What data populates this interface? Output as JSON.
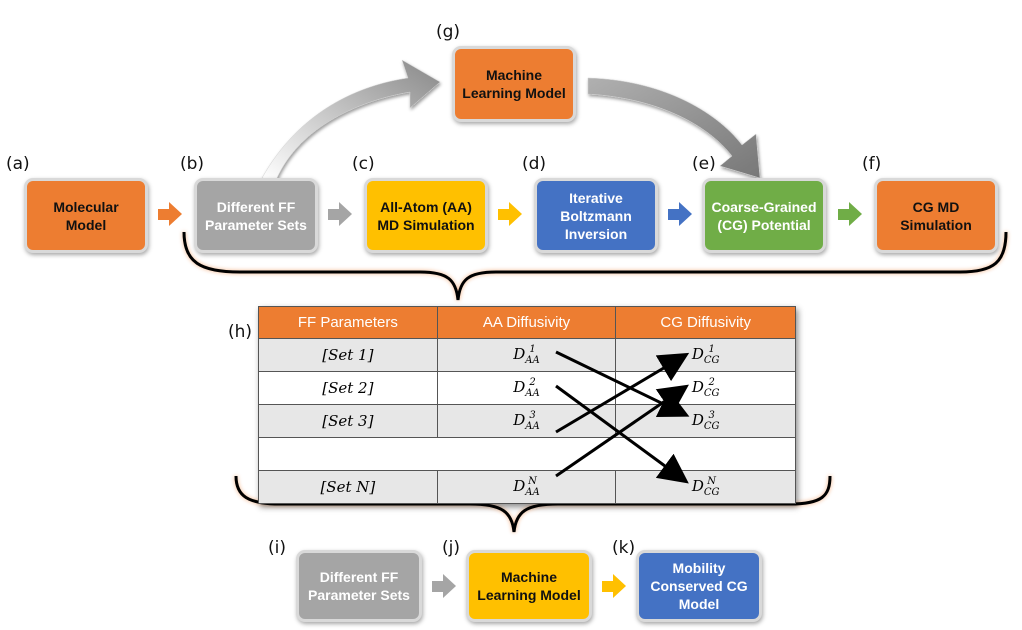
{
  "labels": {
    "a": "(a)",
    "b": "(b)",
    "c": "(c)",
    "d": "(d)",
    "e": "(e)",
    "f": "(f)",
    "g": "(g)",
    "h": "(h)",
    "i": "(i)",
    "j": "(j)",
    "k": "(k)"
  },
  "boxes": {
    "molecular_model": "Molecular\nModel",
    "different_ff_top": "Different FF\nParameter Sets",
    "aa_md": "All-Atom (AA)\nMD Simulation",
    "ibi": "Iterative\nBoltzmann\nInversion",
    "cg_potential": "Coarse-Grained\n(CG) Potential",
    "cg_md": "CG MD\nSimulation",
    "ml_top": "Machine\nLearning Model",
    "different_ff_bottom": "Different FF\nParameter Sets",
    "ml_bottom": "Machine\nLearning Model",
    "mobility": "Mobility\nConserved CG\nModel"
  },
  "colors": {
    "orange": "#ed7d31",
    "gray": "#a5a5a5",
    "yellow": "#ffc000",
    "blue": "#4472c4",
    "green": "#70ad47"
  },
  "table": {
    "headers": [
      "FF Parameters",
      "AA Diffusivity",
      "CG Diffusivity"
    ],
    "rows": [
      {
        "set": "[Set 1]",
        "aa_sup": "1",
        "cg_sup": "1"
      },
      {
        "set": "[Set 2]",
        "aa_sup": "2",
        "cg_sup": "2"
      },
      {
        "set": "[Set 3]",
        "aa_sup": "3",
        "cg_sup": "3"
      },
      {
        "set": "",
        "aa_sup": "",
        "cg_sup": ""
      },
      {
        "set": "[Set N]",
        "aa_sup": "N",
        "cg_sup": "N"
      }
    ],
    "symbol": "D",
    "aa_sub": "AA",
    "cg_sub": "CG"
  }
}
